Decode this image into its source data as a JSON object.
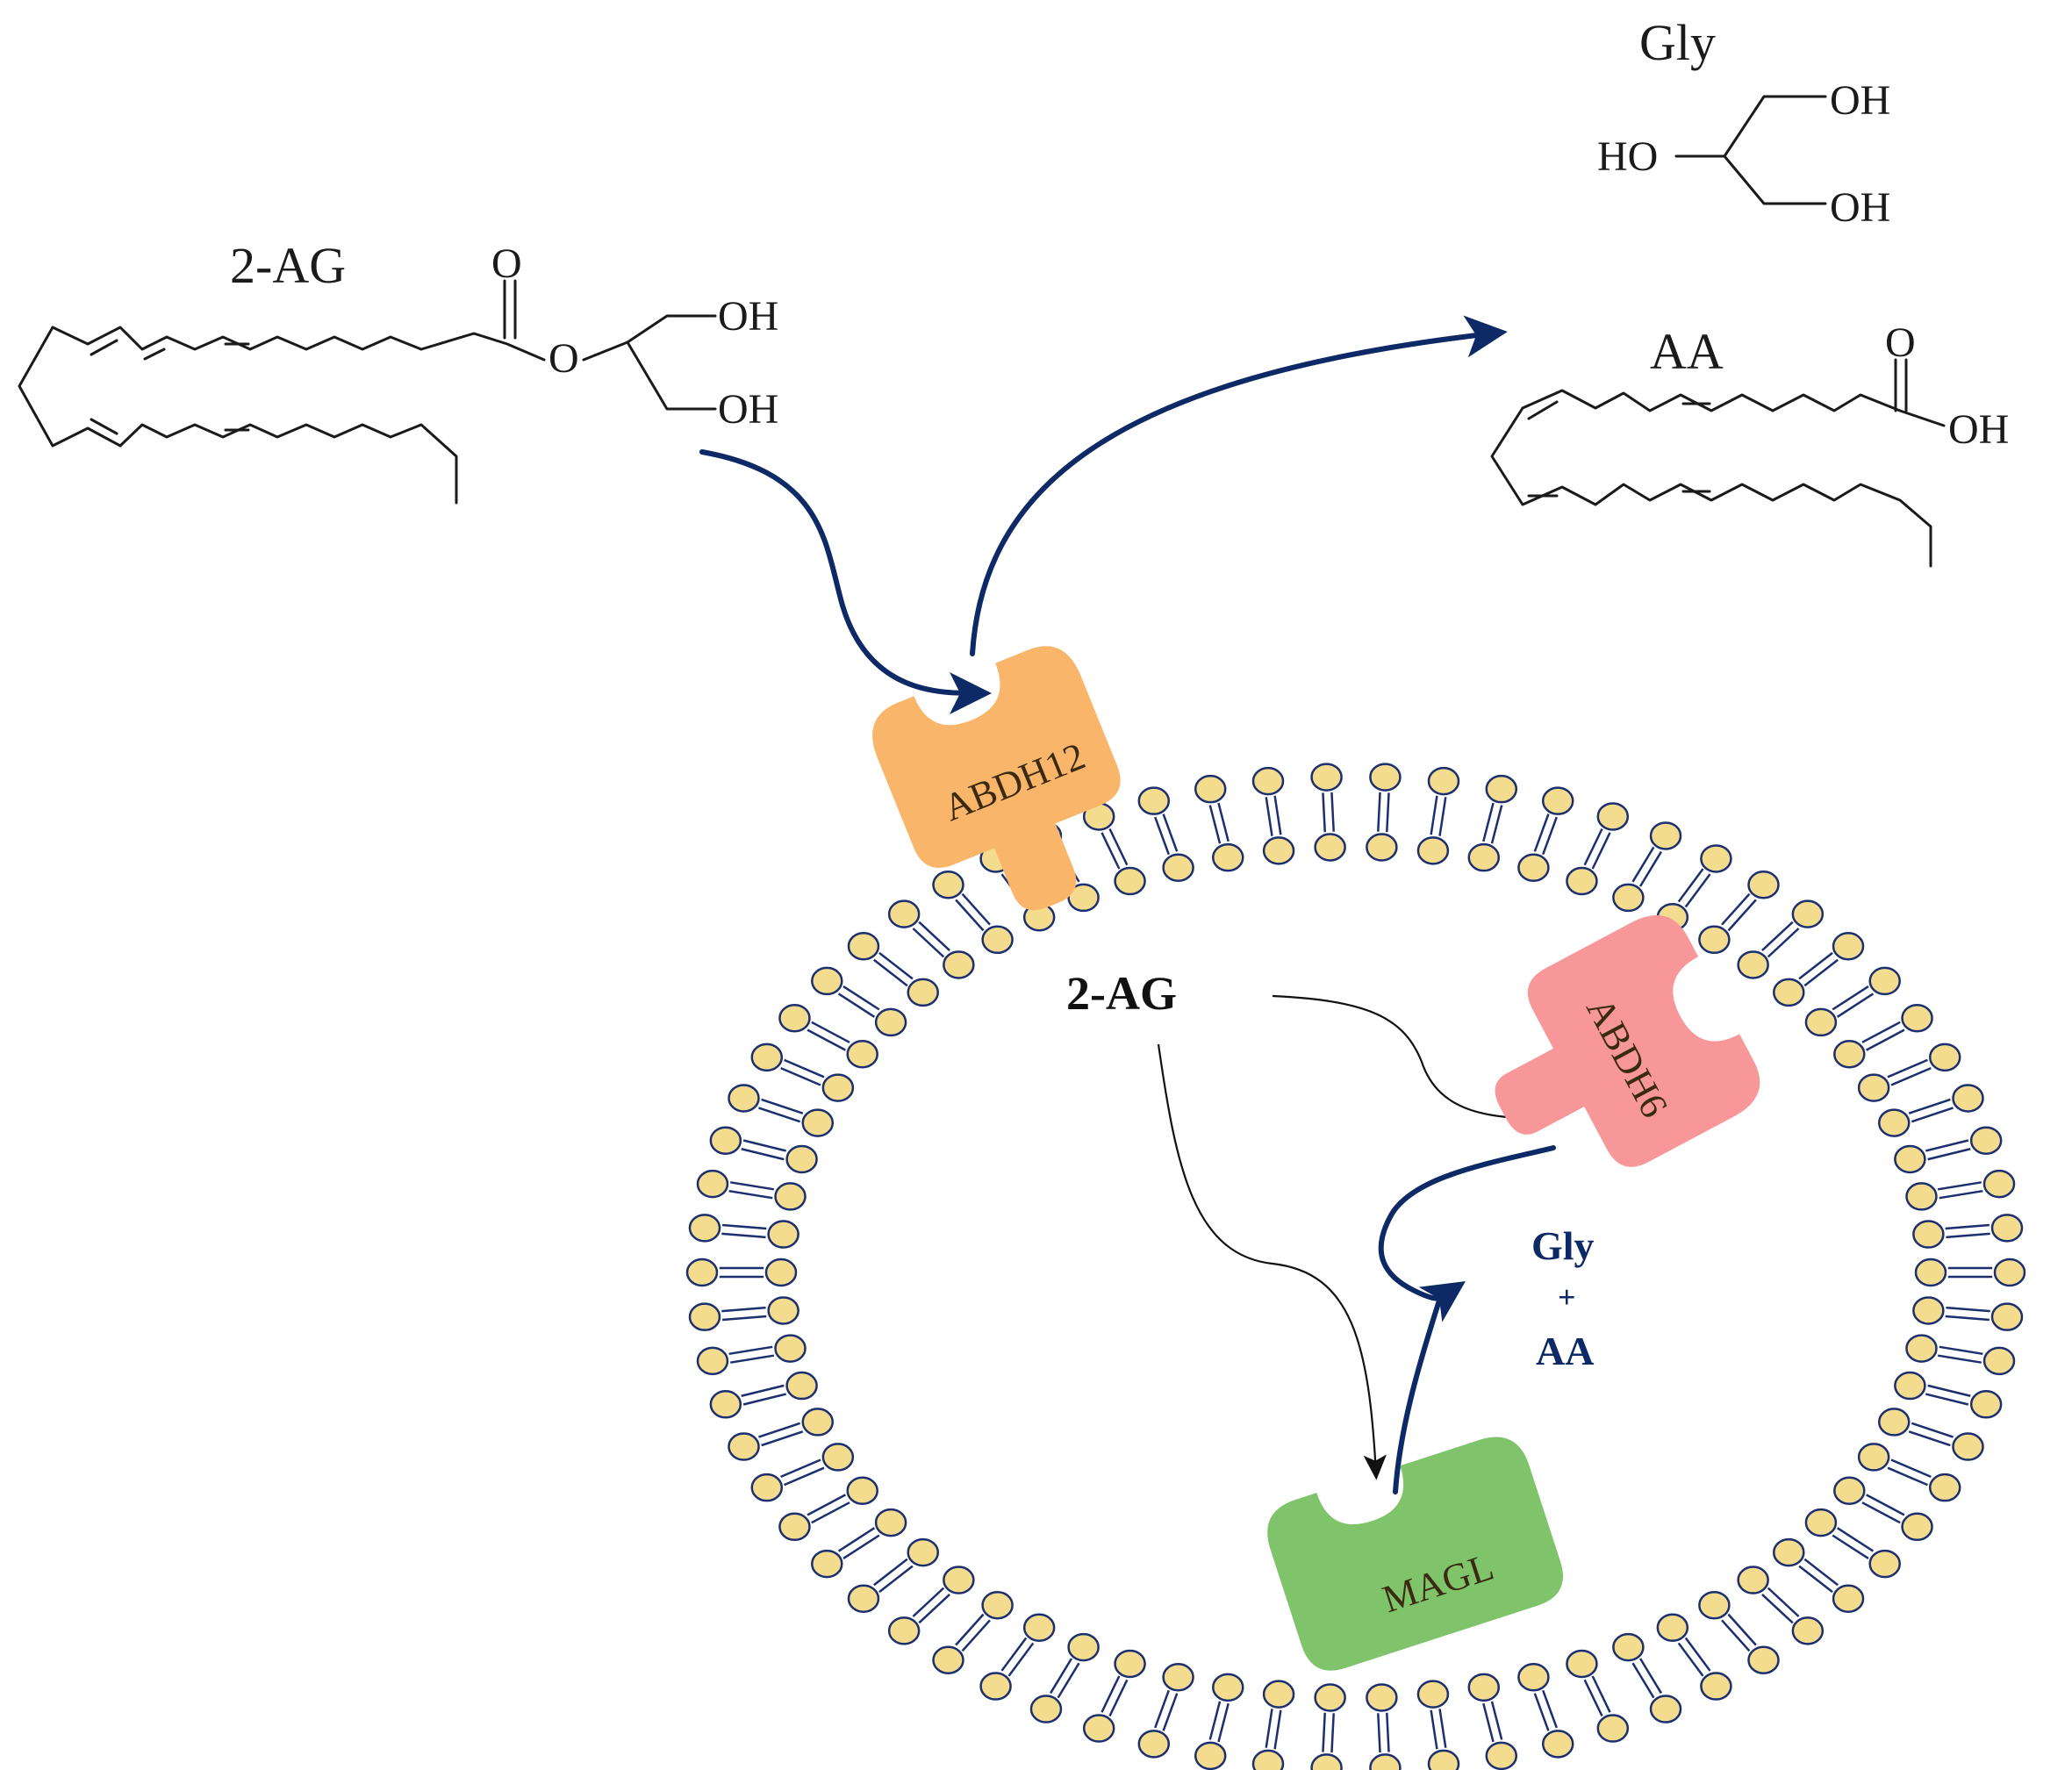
{
  "labels": {
    "two_ag_top": "2-AG",
    "gly_top": "Gly",
    "aa_top": "AA",
    "two_ag_inner": "2-AG",
    "products_gly": "Gly",
    "products_plus": "+",
    "products_aa": "AA"
  },
  "atoms": {
    "o_carbonyl": "O",
    "o_ester": "O",
    "oh_1": "OH",
    "oh_2": "OH",
    "gly_oh_1": "OH",
    "gly_ho": "HO",
    "gly_oh_2": "OH",
    "aa_o": "O",
    "aa_oh": "OH"
  },
  "enzymes": {
    "abdh12": {
      "label": "ABDH12",
      "color": "#f9b56a"
    },
    "abdh6": {
      "label": "ABDH6",
      "color": "#f7979a"
    },
    "magl": {
      "label": "MAGL",
      "color": "#7fc46a"
    }
  },
  "colors": {
    "arrow_primary": "#0d2a66",
    "arrow_secondary": "#111111",
    "lipid_head": "#f4dc8f",
    "lipid_outline": "#1c2f6e",
    "products_text": "#0d2a66"
  }
}
